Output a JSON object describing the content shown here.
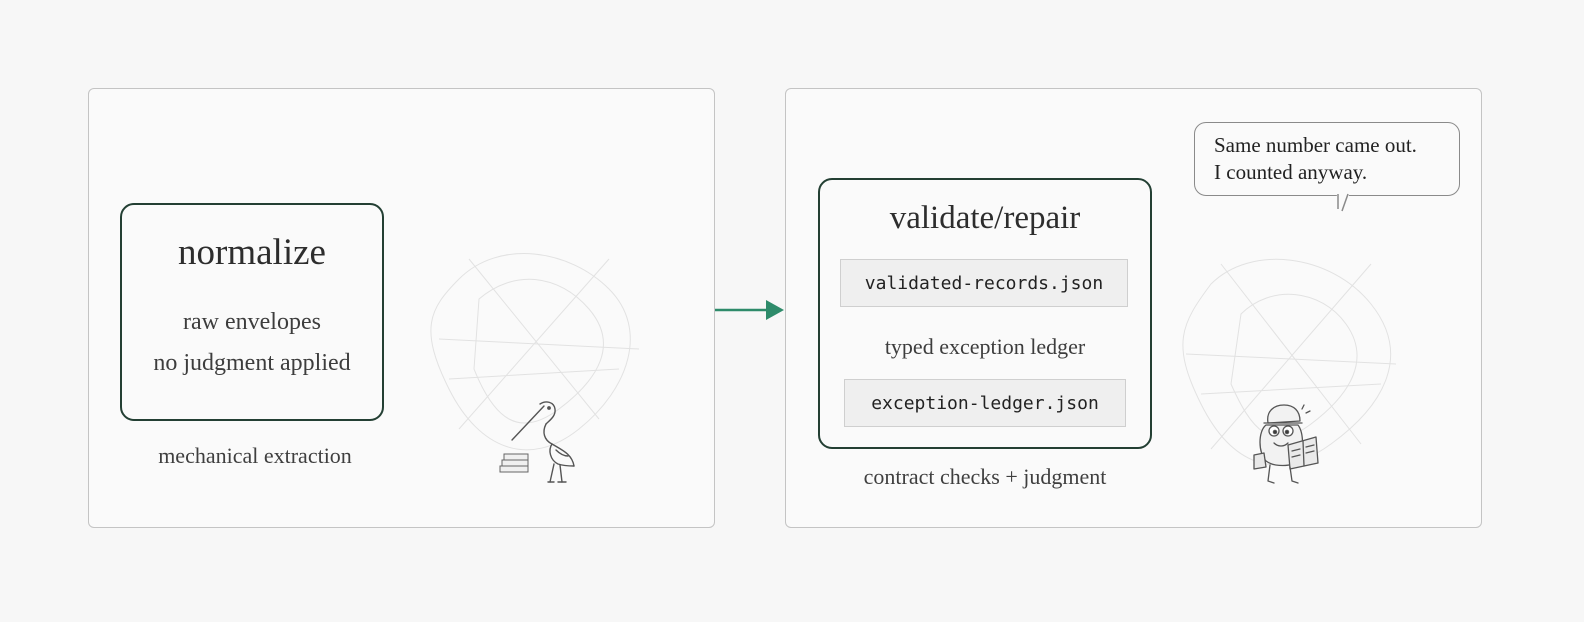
{
  "stages": {
    "normalize": {
      "title": "normalize",
      "lines": [
        "raw envelopes",
        "no judgment applied"
      ],
      "caption": "mechanical extraction"
    },
    "validate": {
      "title": "validate/repair",
      "files": [
        "validated-records.json",
        "exception-ledger.json"
      ],
      "middle_label": "typed exception ledger",
      "caption": "contract checks + judgment"
    }
  },
  "speech_bubble": {
    "lines": [
      "Same number came out.",
      "I counted anyway."
    ]
  },
  "icons": {
    "connector": "right-arrow-icon",
    "left_mascot": "heron-with-envelopes-icon",
    "right_mascot": "frog-reading-book-icon"
  },
  "colors": {
    "stage_border": "#233f33",
    "arrow": "#2e8b6a",
    "panel_border": "#c4c4c4",
    "background": "#f7f7f7"
  }
}
